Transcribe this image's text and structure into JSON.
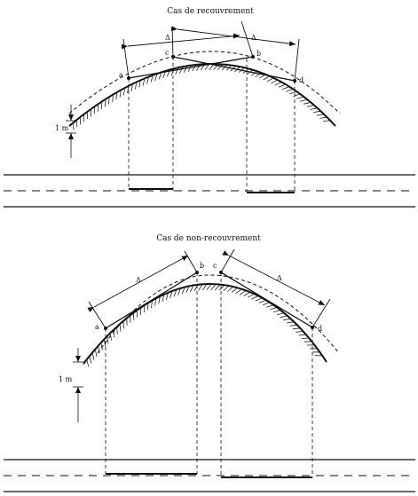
{
  "panels": [
    {
      "title": "Cas de recouvrement",
      "points": {
        "a": "a",
        "b": "b",
        "c": "c",
        "d": "d"
      },
      "dimension_symbol": "Δ",
      "height_label": "1 m"
    },
    {
      "title": "Cas de non-recouvrement",
      "points": {
        "a": "a",
        "b": "b",
        "c": "c",
        "d": "d"
      },
      "dimension_symbol": "Δ",
      "height_label": "1 m"
    }
  ]
}
